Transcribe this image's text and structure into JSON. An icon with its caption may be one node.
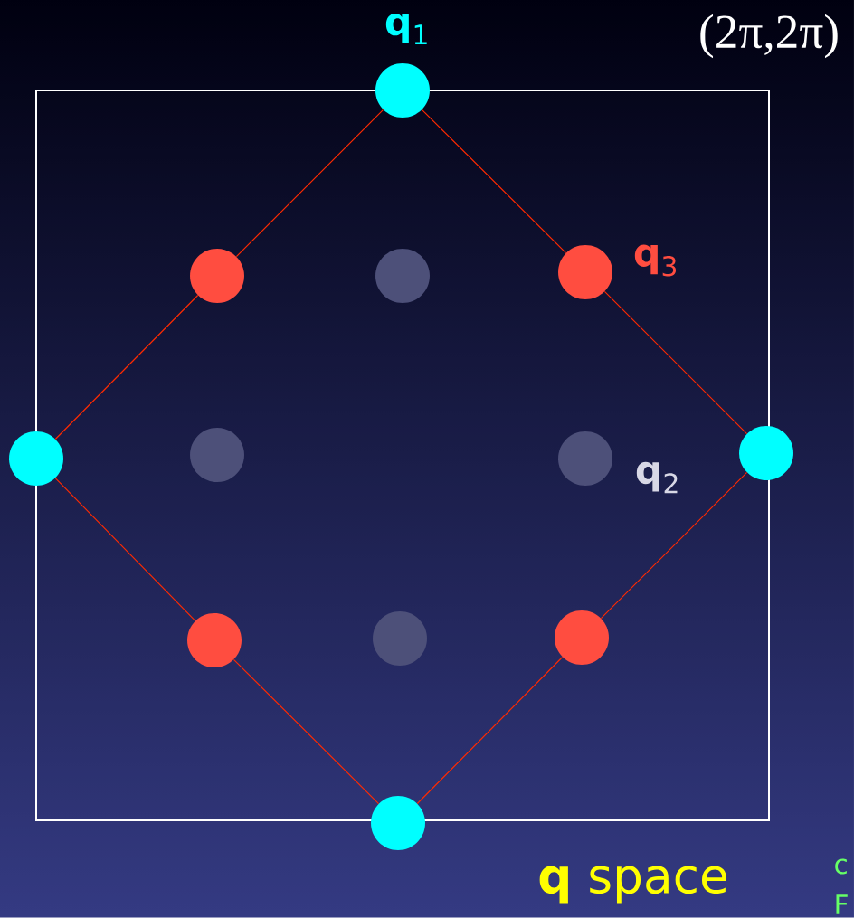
{
  "diagram": {
    "nodes": [
      {
        "text": [],
        "shape": "circle",
        "beside": [
          "**q**$_{1}$"
        ]
      },
      {
        "text": [],
        "shape": "circle"
      },
      {
        "text": [],
        "shape": "circle"
      },
      {
        "text": [],
        "shape": "circle",
        "beside": [
          "**q**$_{3}$"
        ]
      },
      {
        "text": [],
        "shape": "circle"
      },
      {
        "text": [],
        "shape": "circle"
      },
      {
        "text": [],
        "shape": "circle",
        "beside": [
          "**q**$_{2}$"
        ]
      },
      {
        "text": [],
        "shape": "circle"
      },
      {
        "text": [],
        "shape": "circle"
      },
      {
        "text": [],
        "shape": "circle"
      },
      {
        "text": [],
        "shape": "circle"
      },
      {
        "text": [],
        "shape": "circle"
      }
    ],
    "edges": [
      {
        "from": 0,
        "to": 1,
        "arrow": "none",
        "color": "#ff2a00"
      },
      {
        "from": 1,
        "to": 4,
        "arrow": "none",
        "color": "#ff2a00"
      },
      {
        "from": 4,
        "to": 8,
        "arrow": "none",
        "color": "#ff2a00"
      },
      {
        "from": 8,
        "to": 11,
        "arrow": "none",
        "color": "#ff2a00"
      },
      {
        "from": 11,
        "to": 10,
        "arrow": "none",
        "color": "#ff2a00"
      },
      {
        "from": 10,
        "to": 7,
        "arrow": "none",
        "color": "#ff2a00"
      },
      {
        "from": 7,
        "to": 3,
        "arrow": "none",
        "color": "#ff2a00"
      },
      {
        "from": 3,
        "to": 0,
        "arrow": "none",
        "color": "#ff2a00"
      }
    ],
    "labels": [
      "(2π,2π)",
      "**q** space",
      "c",
      "F"
    ]
  }
}
